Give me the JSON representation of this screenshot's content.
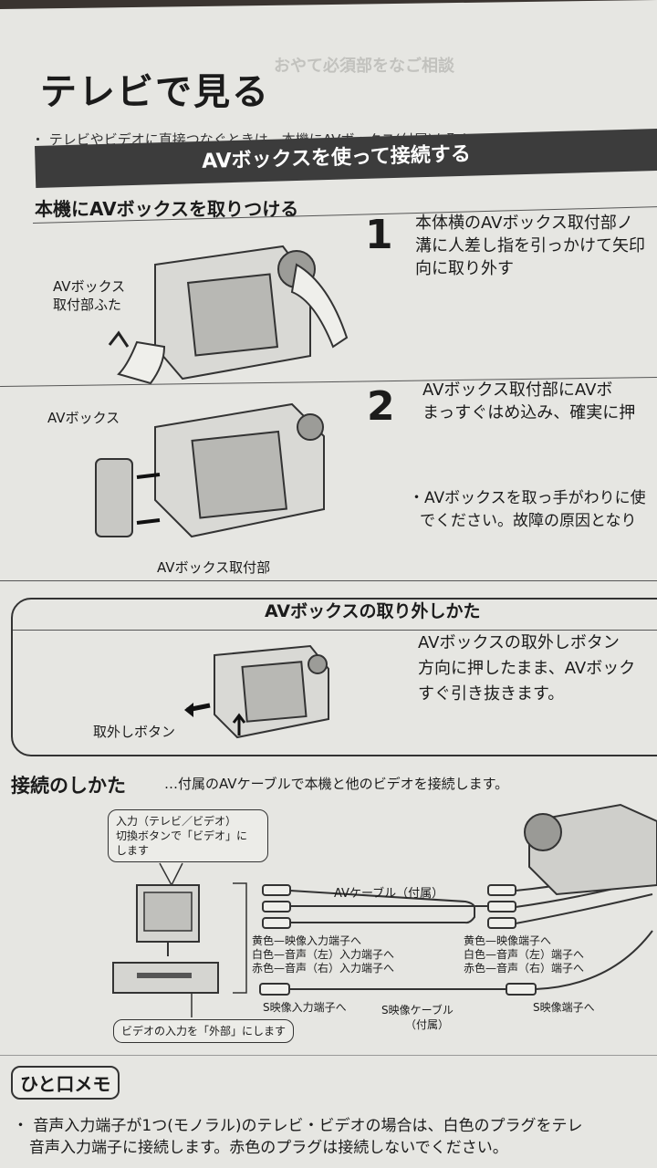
{
  "page": {
    "title": "テレビで見る",
    "top_note": "・ テレビやビデオに直接つなぐときは、本機にAVボックス(付属)を取りつけて使用し",
    "bleed_through": "おやて必須部をなご相談"
  },
  "section_bar": {
    "label": "AVボックスを使って接続する"
  },
  "attach": {
    "heading": "本機にAVボックスを取りつける",
    "steps": [
      {
        "number": "1",
        "lines": [
          "本体横のAVボックス取付部ノ",
          "溝に人差し指を引っかけて矢印",
          "向に取り外す"
        ]
      },
      {
        "number": "2",
        "lines": [
          "AVボックス取付部にAVボ",
          "まっすぐはめ込み、確実に押"
        ],
        "bullet_lines": [
          "・AVボックスを取っ手がわりに使",
          "でください。故障の原因となり"
        ]
      }
    ],
    "labels": {
      "cover": [
        "AVボックス",
        "取付部ふた"
      ],
      "box": "AVボックス",
      "mount": "AVボックス取付部"
    }
  },
  "removal": {
    "title": "AVボックスの取り外しかた",
    "lines": [
      "AVボックスの取外しボタン",
      "方向に押したまま、AVボック",
      "すぐ引き抜きます。"
    ],
    "button_label": "取外しボタン"
  },
  "connection": {
    "title": "接続のしかた",
    "description": "…付属のAVケーブルで本機と他のビデオを接続します。",
    "tv_callout": [
      "入力（テレビ／ビデオ）",
      "切換ボタンで「ビデオ」に",
      "します"
    ],
    "vcr_callout": "ビデオの入力を「外部」にします",
    "av_cable": "AVケーブル（付属）",
    "left_terminals": [
      "黄色—映像入力端子へ",
      "白色—音声（左）入力端子へ",
      "赤色—音声（右）入力端子へ"
    ],
    "right_terminals": [
      "黄色—映像端子へ",
      "白色—音声（左）端子へ",
      "赤色—音声（右）端子へ"
    ],
    "s_in": "S映像入力端子へ",
    "s_cable": [
      "S映像ケーブル",
      "（付属）"
    ],
    "s_out": "S映像端子へ"
  },
  "memo": {
    "badge": "ひと口メモ",
    "lines": [
      "・ 音声入力端子が1つ(モノラル)のテレビ・ビデオの場合は、白色のプラグをテレ",
      "音声入力端子に接続します。赤色のプラグは接続しないでください。"
    ]
  }
}
